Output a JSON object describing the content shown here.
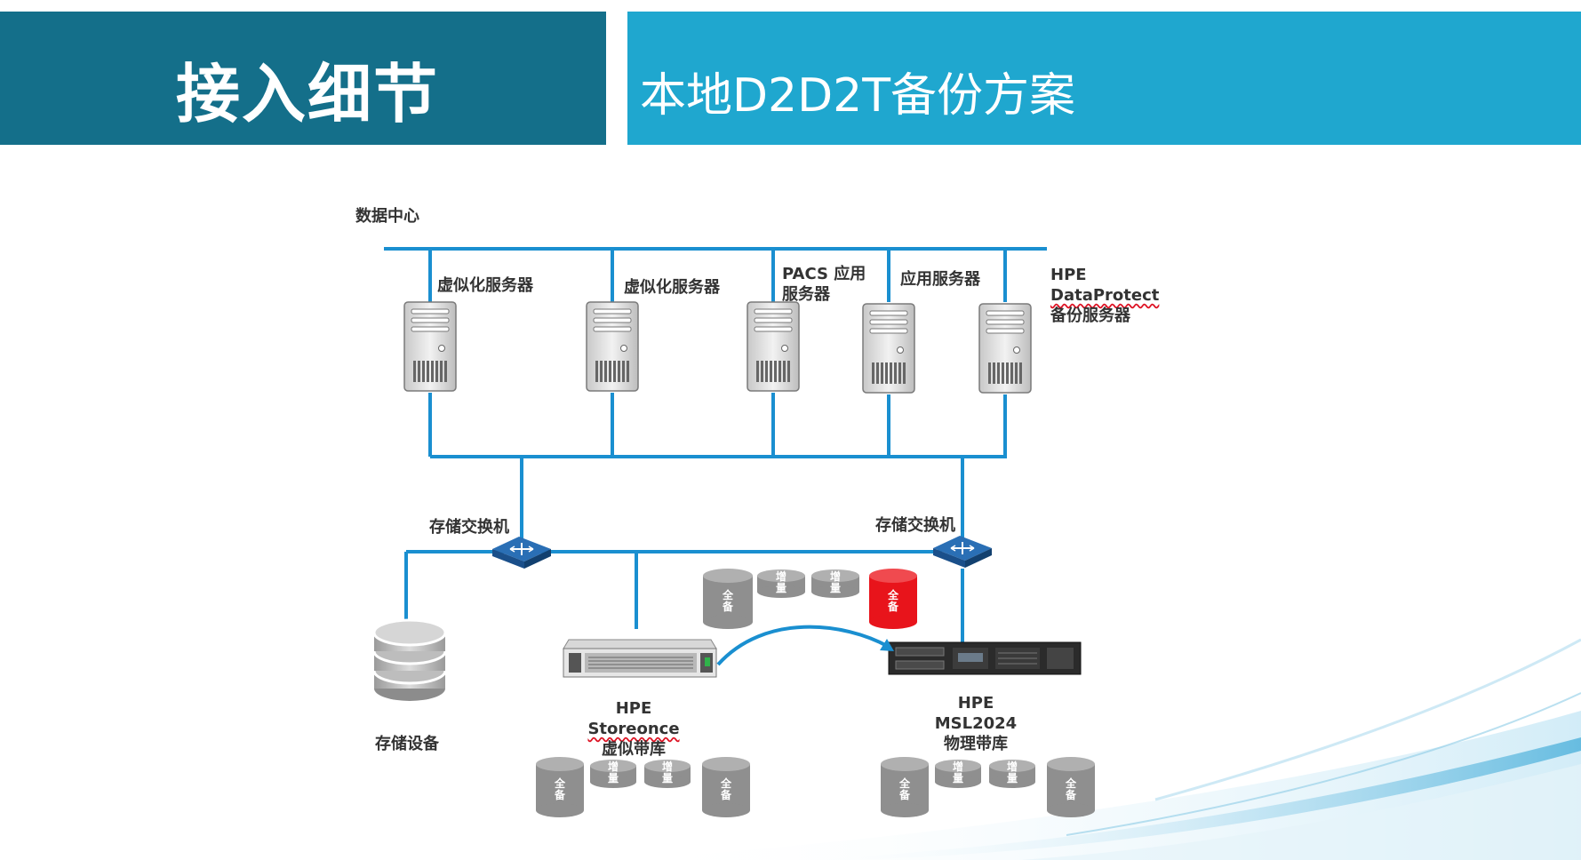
{
  "header": {
    "section_title": "接入细节",
    "slide_title": "本地D2D2T备份方案"
  },
  "diagram": {
    "datacenter_label": "数据中心",
    "servers": [
      {
        "label": "虚似化服务器"
      },
      {
        "label": "虚似化服务器"
      },
      {
        "label_lines": [
          "PACS 应用",
          "服务器"
        ]
      },
      {
        "label": "应用服务器"
      },
      {
        "label_lines": [
          "HPE",
          "DataProtect",
          "备份服务器"
        ]
      }
    ],
    "switches": [
      {
        "label": "存储交换机"
      },
      {
        "label": "存储交换机"
      }
    ],
    "storage": {
      "label": "存储设备"
    },
    "virtual_tape": {
      "label_lines": [
        "HPE",
        "Storeonce",
        "虚似带库"
      ]
    },
    "physical_tape": {
      "label_lines": [
        "HPE",
        "MSL2024",
        "物理带库"
      ]
    },
    "backup_full": "全备",
    "backup_incremental": "增量",
    "colors": {
      "line_blue": "#1a8fd0",
      "disk_gray": "#8f8f8f",
      "disk_red": "#e8141b",
      "header_dark": "#146f8a",
      "header_light": "#1fa7cf"
    }
  }
}
